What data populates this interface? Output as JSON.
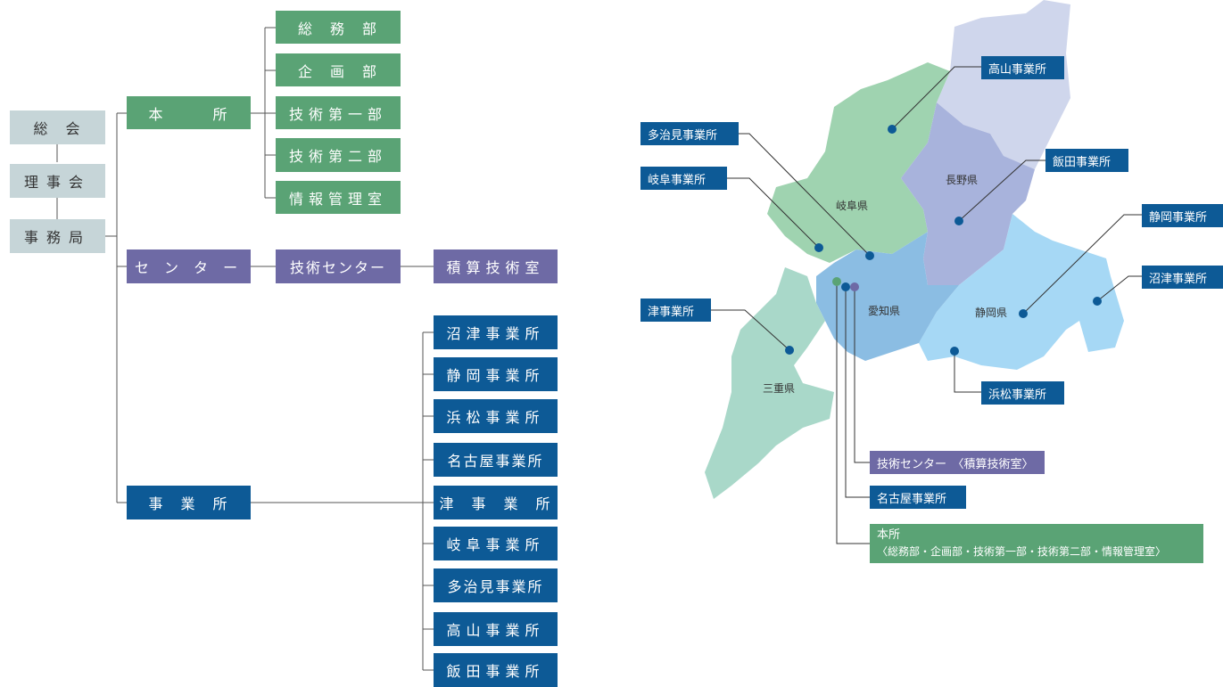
{
  "org": {
    "left": [
      "総　会",
      "理事会",
      "事務局"
    ],
    "honsho": "本　　　所",
    "center": "セ ン タ ー",
    "jigyosho": "事　業　所",
    "honsho_depts": [
      "総　務　部",
      "企　画　部",
      "技術第一部",
      "技術第二部",
      "情報管理室"
    ],
    "center_sub": "技術センター",
    "center_sub2": "積算技術室",
    "offices": [
      "沼津事業所",
      "静岡事業所",
      "浜松事業所",
      "名古屋事業所",
      "津　事　業　所",
      "岐阜事業所",
      "多治見事業所",
      "高山事業所",
      "飯田事業所"
    ]
  },
  "map": {
    "prefectures": {
      "gifu": "岐阜県",
      "nagano": "長野県",
      "aichi": "愛知県",
      "shizuoka": "静岡県",
      "mie": "三重県"
    },
    "labels": {
      "takayama": "高山事業所",
      "tajimi": "多治見事業所",
      "gifu": "岐阜事業所",
      "iida": "飯田事業所",
      "shizuoka": "静岡事業所",
      "numazu": "沼津事業所",
      "tsu": "津事業所",
      "hamamatsu": "浜松事業所",
      "center": "技術センター　〈積算技術室〉",
      "nagoya": "名古屋事業所",
      "honsho_title": "本所",
      "honsho_sub": "〈総務部・企画部・技術第一部・技術第二部・情報管理室〉"
    },
    "colors": {
      "gifu": "#9fd3b0",
      "nagano_n": "#cfd6ec",
      "nagano_s": "#a8b3dc",
      "aichi": "#8bbde3",
      "shizuoka": "#a6d8f5",
      "mie": "#a9d8c9",
      "dot_blue": "#0d5a96",
      "dot_green": "#5aa375",
      "dot_purple": "#6e6aa5"
    }
  }
}
